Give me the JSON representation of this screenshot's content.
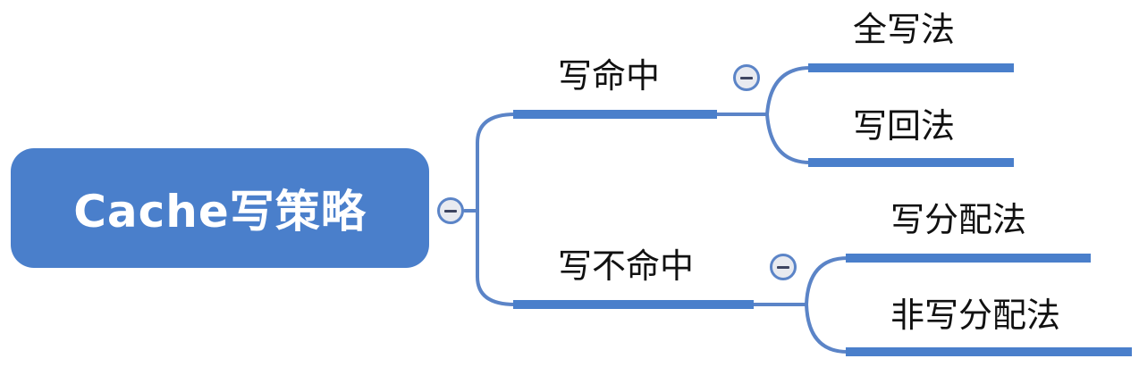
{
  "mindmap": {
    "root": {
      "label": "Cache写策略"
    },
    "branches": [
      {
        "label": "写命中",
        "children": [
          {
            "label": "全写法"
          },
          {
            "label": "写回法"
          }
        ]
      },
      {
        "label": "写不命中",
        "children": [
          {
            "label": "写分配法"
          },
          {
            "label": "非写分配法"
          }
        ]
      }
    ]
  },
  "colors": {
    "accent": "#4a7fcb",
    "connector": "#5b84c7",
    "text": "#111111",
    "root_text": "#ffffff"
  },
  "icons": {
    "collapse": "minus-circle-icon"
  }
}
